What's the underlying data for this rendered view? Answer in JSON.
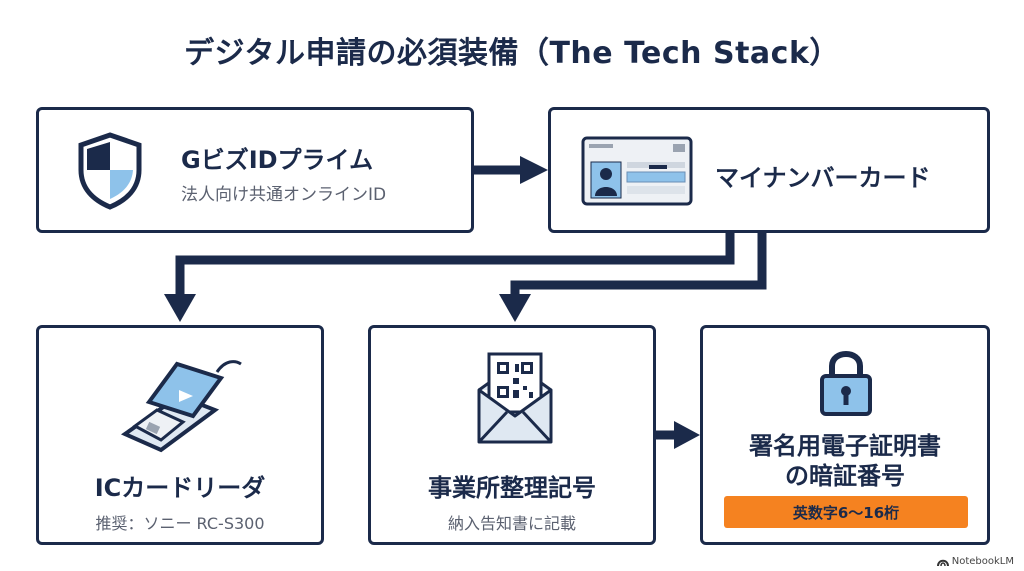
{
  "title": "デジタル申請の必須装備（The Tech Stack）",
  "nodes": {
    "gbiz": {
      "title": "GビズIDプライム",
      "subtitle": "法人向け共通オンラインID"
    },
    "mynumber": {
      "title": "マイナンバーカード"
    },
    "reader": {
      "title": "ICカードリーダ",
      "subtitle": "推奨：ソニー RC-S300"
    },
    "office": {
      "title": "事業所整理記号",
      "subtitle": "納入告知書に記載"
    },
    "pin": {
      "title_line1": "署名用電子証明書",
      "title_line2": "の暗証番号",
      "highlight": "英数字6〜16桁"
    }
  },
  "colors": {
    "navy": "#1b2a4a",
    "accent_blue": "#8ec2ea",
    "orange": "#f58220"
  },
  "watermark": "NotebookLM"
}
